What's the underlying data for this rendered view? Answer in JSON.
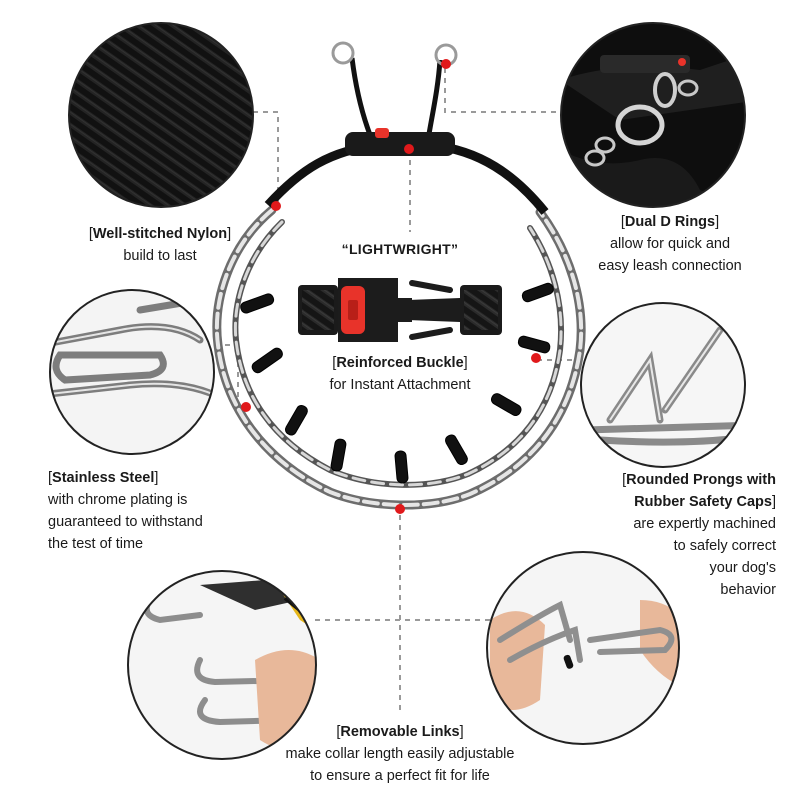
{
  "center_badge": "“LIGHTWRIGHT”",
  "features": {
    "nylon": {
      "title": "Well-stitched Nylon",
      "lines": [
        "build to last"
      ]
    },
    "dring": {
      "title": "Dual D Rings",
      "lines": [
        "allow for quick and",
        "easy leash connection"
      ]
    },
    "buckle": {
      "title": "Reinforced Buckle",
      "lines": [
        "for Instant Attachment"
      ]
    },
    "steel": {
      "title": "Stainless Steel",
      "lines": [
        "with chrome plating is",
        "guaranteed to withstand",
        "the test of time"
      ]
    },
    "prongs": {
      "title_1": "Rounded Prongs with",
      "title_2": "Rubber Safety Caps",
      "lines": [
        "are expertly machined",
        "to safely correct",
        "your dog's",
        "behavior"
      ]
    },
    "links": {
      "title": "Removable Links",
      "lines": [
        "make collar length easily adjustable",
        "to ensure a perfect fit for life"
      ]
    }
  },
  "colors": {
    "marker": "#e0191b",
    "buckle_release": "#e8332a",
    "connector": "#9a9a9a",
    "circle_border": "#222222"
  }
}
